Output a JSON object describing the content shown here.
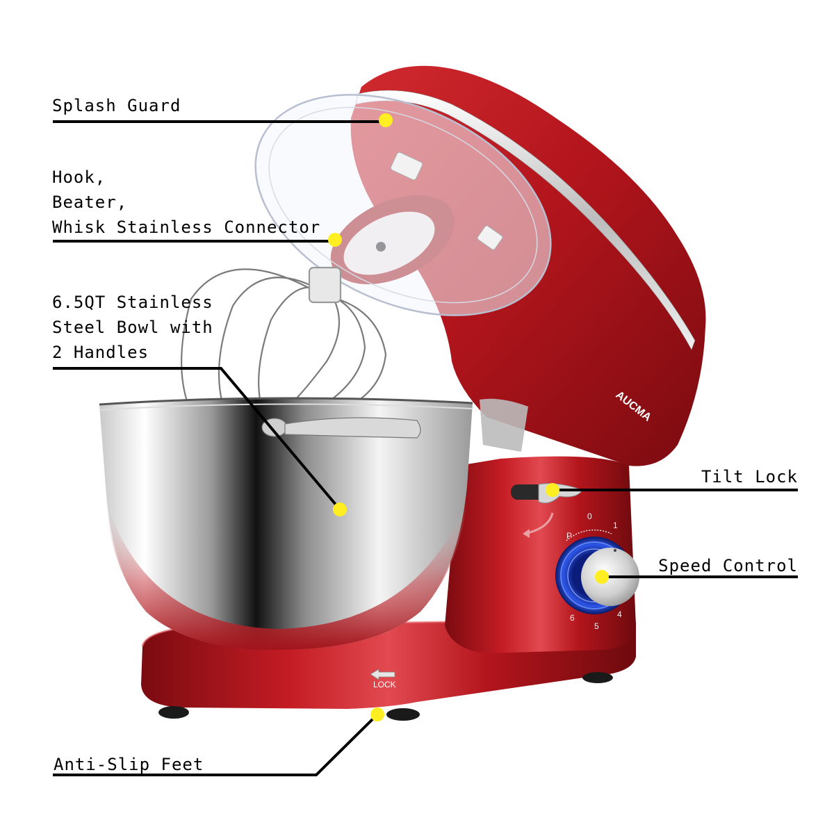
{
  "product": {
    "brand": "AUCMA",
    "type": "stand mixer",
    "body_color": "#b3151c",
    "body_highlight": "#e0454b",
    "body_shadow": "#6e0a0e",
    "knob_ring_color": "#1f3fd1",
    "marker_color": "#ffee22",
    "base_lock_text": "LOCK",
    "speed_dial": {
      "marks": [
        "P",
        "0",
        "1",
        "4",
        "5",
        "6"
      ]
    }
  },
  "callouts": [
    {
      "id": "splash-guard",
      "lines": [
        "Splash Guard"
      ],
      "side": "left"
    },
    {
      "id": "connector",
      "lines": [
        "Hook,",
        "Beater,",
        "Whisk Stainless Connector"
      ],
      "side": "left"
    },
    {
      "id": "bowl",
      "lines": [
        "6.5QT Stainless",
        "Steel Bowl with",
        "2 Handles"
      ],
      "side": "left"
    },
    {
      "id": "tilt-lock",
      "lines": [
        "Tilt Lock"
      ],
      "side": "right"
    },
    {
      "id": "speed-control",
      "lines": [
        "Speed Control"
      ],
      "side": "right"
    },
    {
      "id": "anti-slip-feet",
      "lines": [
        "Anti-Slip Feet"
      ],
      "side": "left"
    }
  ]
}
